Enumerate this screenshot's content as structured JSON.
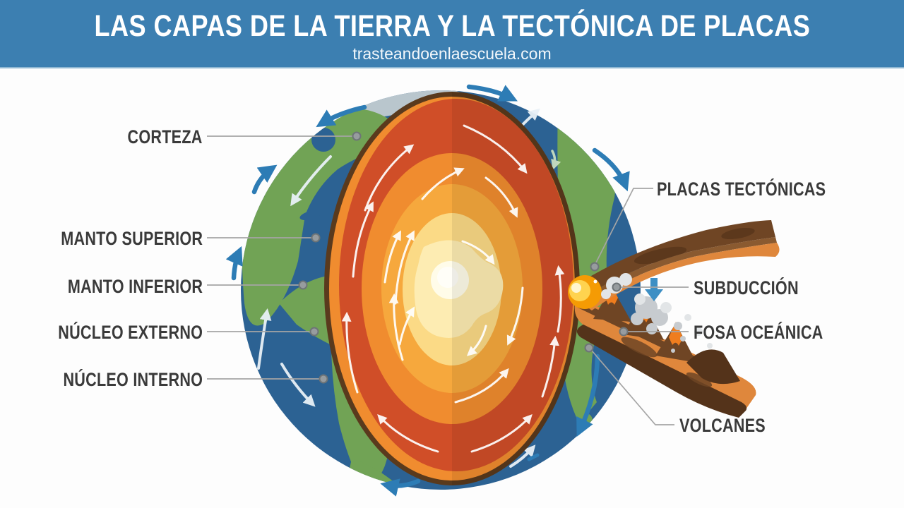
{
  "header": {
    "title": "LAS CAPAS DE LA TIERRA Y LA TECTÓNICA DE PLACAS",
    "website": "trasteandoenlaescuela.com"
  },
  "labels": {
    "left": [
      "CORTEZA",
      "MANTO SUPERIOR",
      "MANTO INFERIOR",
      "NÚCLEO EXTERNO",
      "NÚCLEO INTERNO"
    ],
    "right": [
      "PLACAS TECTÓNICAS",
      "SUBDUCCIÓN",
      "FOSA OCEÁNICA",
      "VOLCANES"
    ]
  },
  "icons": {
    "plate-motion-arrow": "curved blue arrow",
    "convection-arrow": "curved white arrow",
    "subduction-down-arrow": "↓"
  },
  "colors": {
    "header-bg": "#3c7fb1",
    "label": "#3a3a3a",
    "leader": "#a5a5a5",
    "ocean": "#2c6293",
    "land": "#71a355",
    "ice": "#b9c6cd",
    "rim": "#5a3a1d",
    "mantle": "#d04e28",
    "orange": "#f08c2f",
    "amber": "#f6a83d",
    "pale": "#fbda86",
    "blob": "#fdecb2",
    "core": "#fffce9",
    "plate-brown": "#6f4524",
    "plate-strip": "#8a5a30",
    "plate-orange": "#df873c",
    "mountain": "#6f4524",
    "slab-dark": "#54331a",
    "lava": "#ef7d1e",
    "smoke": "#c7cbcf",
    "smoke-light": "#e2e5e7",
    "magma": "#f59b04",
    "magma-core": "#ffd34f",
    "arrow-blue": "#2d7cb5",
    "arrow-light": "#e9f1f7",
    "arrow-green": "#cfe3c2"
  }
}
